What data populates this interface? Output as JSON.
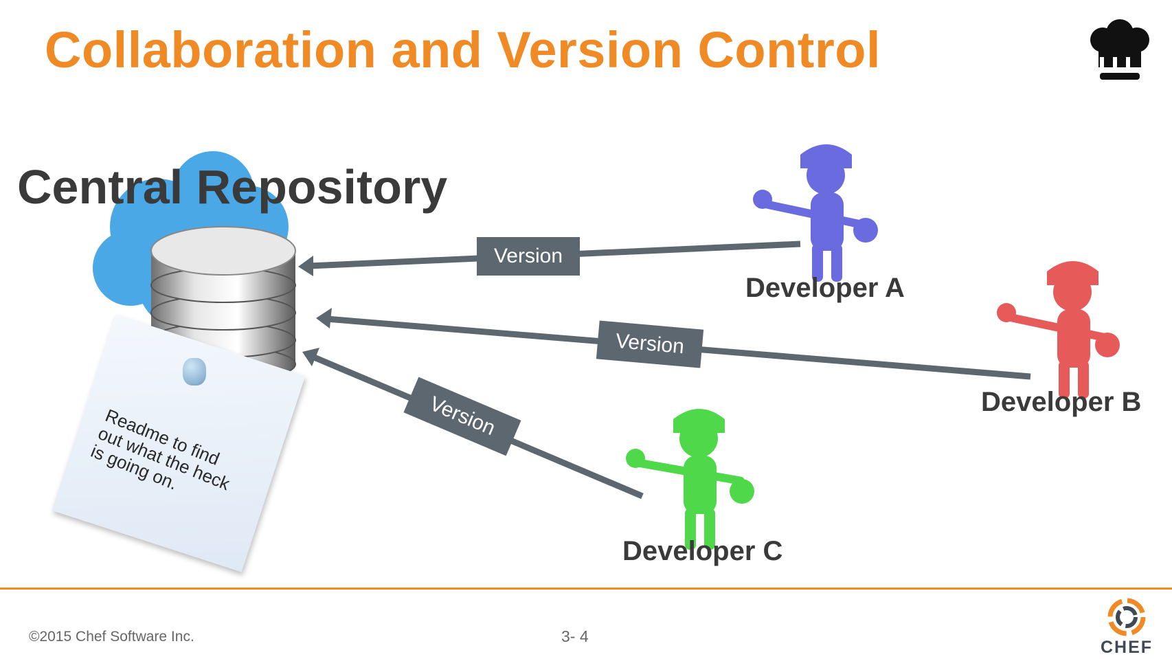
{
  "slide": {
    "title": "Collaboration and Version Control"
  },
  "diagram": {
    "repository_label": "Central Repository",
    "note_text": "Readme to find out what the heck is going on.",
    "developers": [
      {
        "name": "Developer A",
        "color": "#6b6be0",
        "version_label": "Version"
      },
      {
        "name": "Developer B",
        "color": "#e65a5a",
        "version_label": "Version"
      },
      {
        "name": "Developer C",
        "color": "#4fd84a",
        "version_label": "Version"
      }
    ],
    "cloud_color": "#4aa8e6",
    "arrow_color": "#5d6770"
  },
  "footer": {
    "copyright": "©2015 Chef Software Inc.",
    "page_number": "3- 4",
    "logo_text": "CHEF",
    "accent_color": "#f08a24"
  },
  "icons": [
    "chef-hat-icon",
    "database-icon",
    "cloud-icon",
    "chef-logo-icon",
    "worker-icon"
  ]
}
